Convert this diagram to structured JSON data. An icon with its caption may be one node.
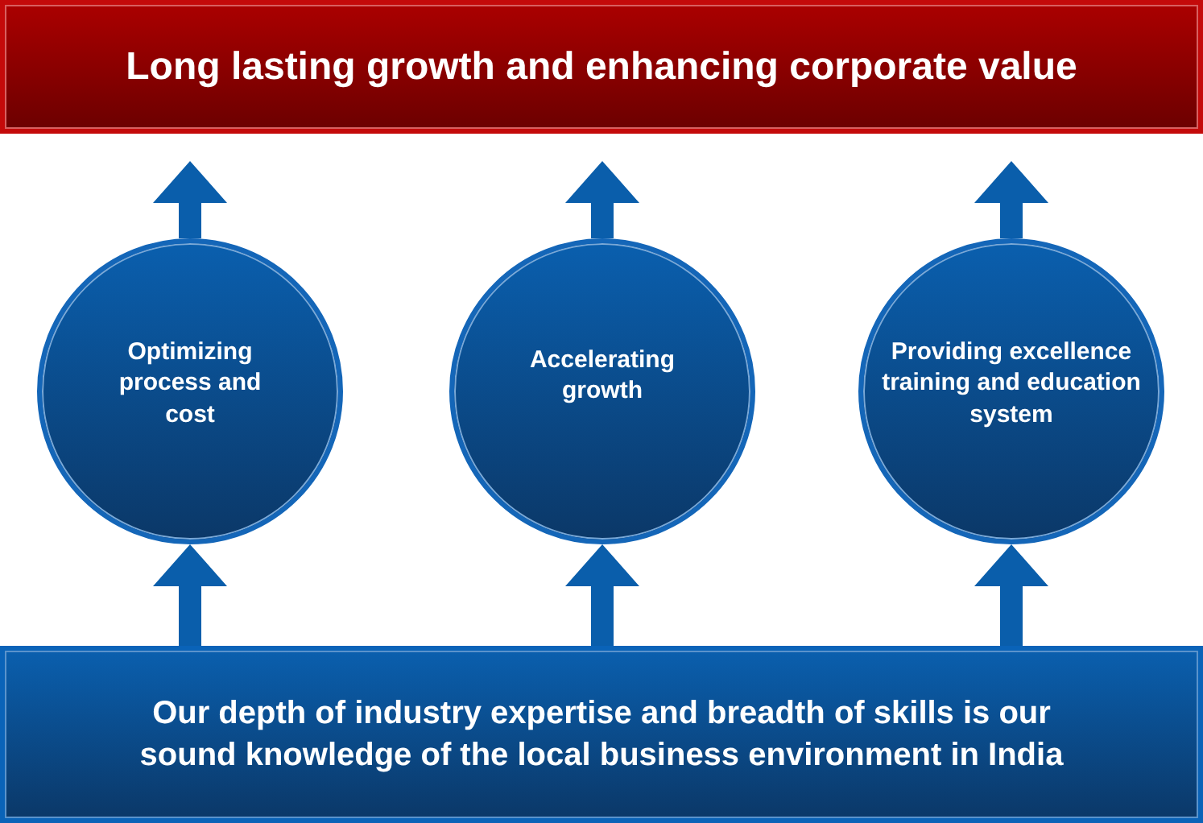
{
  "diagram": {
    "nodes": [
      {
        "text": [
          "Long lasting growth and enhancing corporate value"
        ]
      },
      {
        "text": [
          "Optimizing process and cost"
        ]
      },
      {
        "text": [
          "Accelerating growth"
        ]
      },
      {
        "text": [
          "Providing excellence training and education system"
        ]
      },
      {
        "text": [
          "Our depth of industry expertise and breadth of skills is our sound knowledge of the local business environment in India"
        ]
      }
    ],
    "edges": [
      {
        "from": 4,
        "to": 1,
        "arrow": "to"
      },
      {
        "from": 4,
        "to": 2,
        "arrow": "to"
      },
      {
        "from": 4,
        "to": 3,
        "arrow": "to"
      },
      {
        "from": 1,
        "to": 0,
        "arrow": "to"
      },
      {
        "from": 2,
        "to": 0,
        "arrow": "to"
      },
      {
        "from": 3,
        "to": 0,
        "arrow": "to"
      }
    ]
  }
}
